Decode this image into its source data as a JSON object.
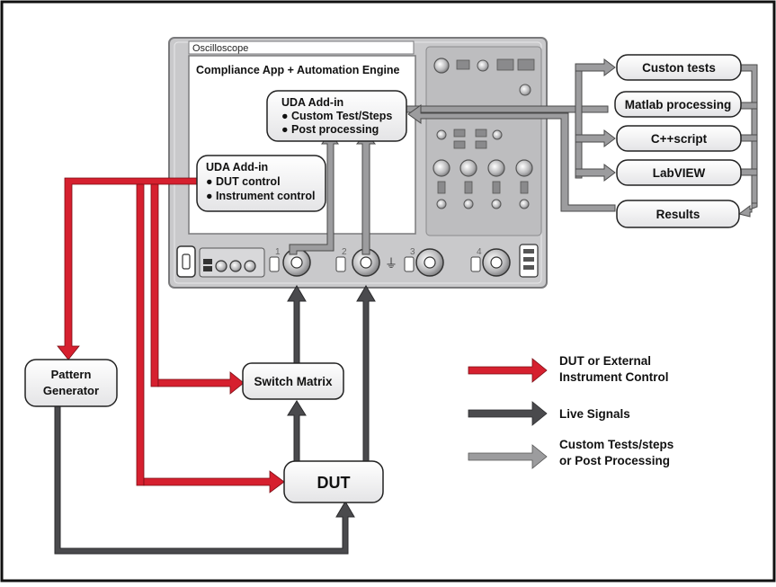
{
  "scope": {
    "title": "Oscilloscope",
    "engine_label": "Compliance App + Automation Engine",
    "channel_numbers": [
      "1",
      "2",
      "3",
      "4"
    ]
  },
  "uda_top": {
    "title": "UDA Add-in",
    "items": [
      "● Custom Test/Steps",
      "● Post processing"
    ]
  },
  "uda_bottom": {
    "title": "UDA Add-in",
    "items": [
      "● DUT control",
      "● Instrument control"
    ]
  },
  "tools": [
    "Custon tests",
    "Matlab processing",
    "C++script",
    "LabVIEW",
    "Results"
  ],
  "pattern_generator": [
    "Pattern",
    "Generator"
  ],
  "switch_matrix": "Switch Matrix",
  "dut": "DUT",
  "legend": [
    {
      "lines": [
        "DUT or External",
        "Instrument Control"
      ],
      "color": "#d6202f"
    },
    {
      "lines": [
        "Live Signals"
      ],
      "color": "#4a4a4d"
    },
    {
      "lines": [
        "Custom Tests/steps",
        "or Post Processing"
      ],
      "color": "#9c9c9e"
    }
  ],
  "colors": {
    "red": "#d6202f",
    "dark": "#4a4a4d",
    "gray": "#9c9c9e",
    "scope_body": "#c9c9cb"
  }
}
